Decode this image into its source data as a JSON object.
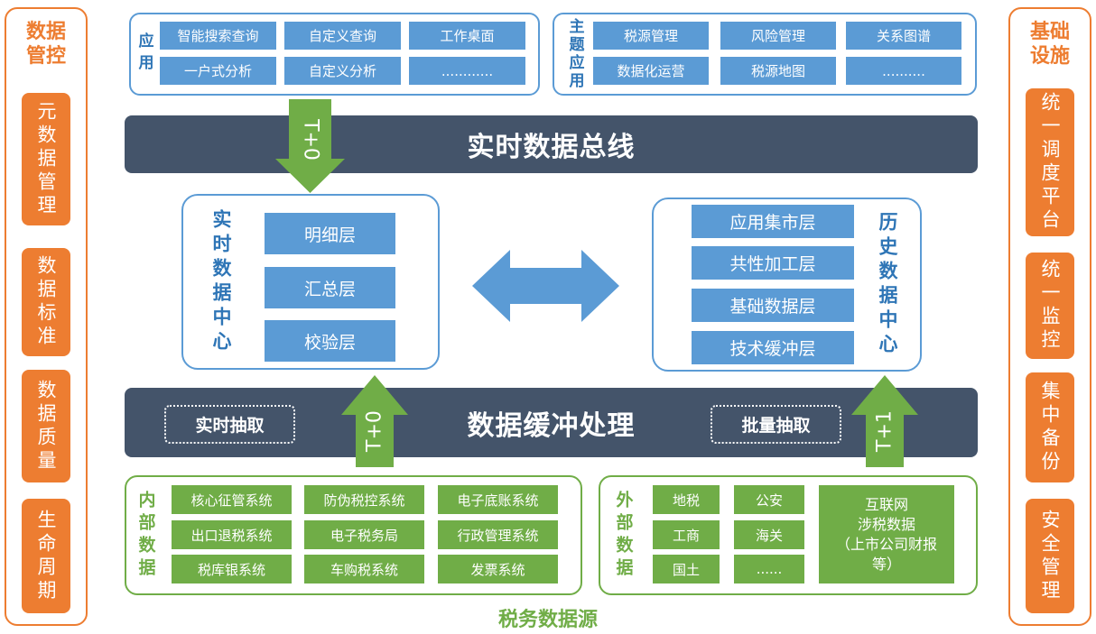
{
  "colors": {
    "orange": "#ED7D31",
    "blue": "#5B9BD5",
    "blue_text": "#2E75B6",
    "green": "#70AD47",
    "dark_bar": "#44546A"
  },
  "left_panel": {
    "title_lines": [
      "数据",
      "管控"
    ],
    "items": [
      "元数据管理",
      "数据标准",
      "数据质量",
      "生命周期"
    ]
  },
  "right_panel": {
    "title_lines": [
      "基础",
      "设施"
    ],
    "items": [
      "统一调度平台",
      "统一监控",
      "集中备份",
      "安全管理"
    ]
  },
  "app_box": {
    "label": "应用",
    "buttons": [
      "智能搜索查询",
      "自定义查询",
      "工作桌面",
      "一户式分析",
      "自定义分析",
      "............"
    ]
  },
  "theme_box": {
    "label": "主题应用",
    "buttons": [
      "税源管理",
      "风险管理",
      "关系图谱",
      "数据化运营",
      "税源地图",
      ".........."
    ]
  },
  "bus_bar": {
    "title": "实时数据总线"
  },
  "arrows": {
    "bus_to_realtime": "T+0",
    "buffer_to_realtime": "T+0",
    "buffer_to_history": "T+1"
  },
  "realtime_center": {
    "label": "实时数据中心",
    "layers": [
      "明细层",
      "汇总层",
      "校验层"
    ]
  },
  "history_center": {
    "label": "历史数据中心",
    "layers": [
      "应用集市层",
      "共性加工层",
      "基础数据层",
      "技术缓冲层"
    ]
  },
  "buffer_bar": {
    "title": "数据缓冲处理",
    "left_tag": "实时抽取",
    "right_tag": "批量抽取"
  },
  "internal_data": {
    "label": "内部数据",
    "systems": [
      "核心征管系统",
      "防伪税控系统",
      "电子底账系统",
      "出口退税系统",
      "电子税务局",
      "行政管理系统",
      "税库银系统",
      "车购税系统",
      "发票系统"
    ]
  },
  "external_data": {
    "label": "外部数据",
    "sources": [
      "地税",
      "公安",
      "工商",
      "海关",
      "国土",
      "......"
    ],
    "internet_lines": [
      "互联网",
      "涉税数据",
      "（上市公司财报",
      "等）"
    ]
  },
  "caption": "税务数据源"
}
